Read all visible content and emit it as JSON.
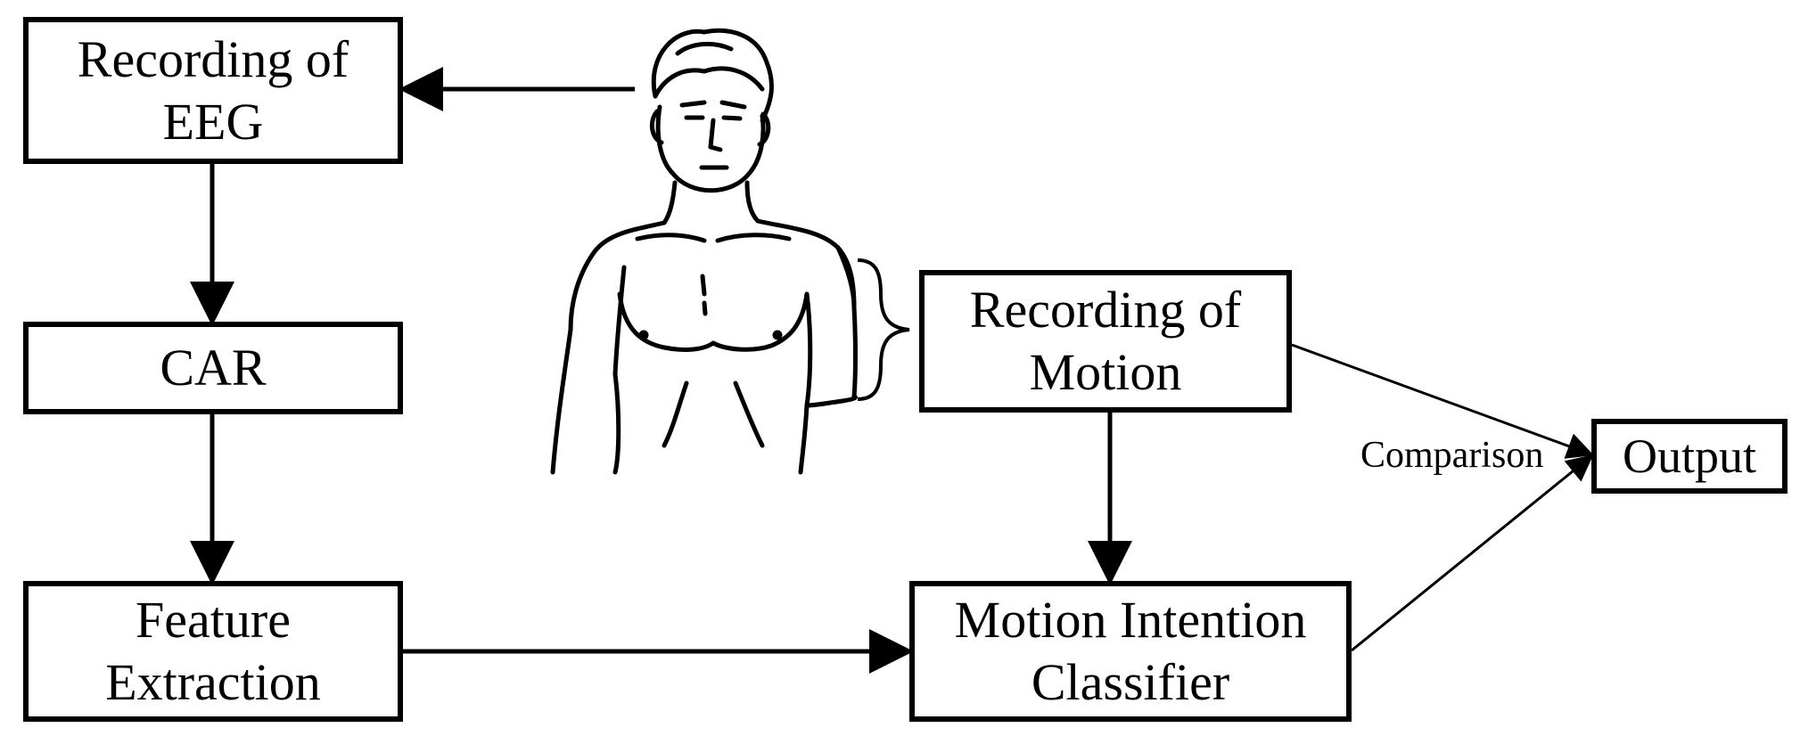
{
  "diagram": {
    "nodes": {
      "eeg": {
        "lines": [
          "Recording of",
          "EEG"
        ]
      },
      "car": {
        "lines": [
          "CAR"
        ]
      },
      "feature": {
        "lines": [
          "Feature",
          "Extraction"
        ]
      },
      "motion": {
        "lines": [
          "Recording of",
          "Motion"
        ]
      },
      "classifier": {
        "lines": [
          "Motion Intention",
          "Classifier"
        ]
      },
      "output": {
        "lines": [
          "Output"
        ]
      }
    },
    "edge_label": "Comparison"
  },
  "edges": [
    {
      "from": "human",
      "to": "eeg"
    },
    {
      "from": "eeg",
      "to": "car"
    },
    {
      "from": "car",
      "to": "feature"
    },
    {
      "from": "feature",
      "to": "classifier"
    },
    {
      "from": "human-arm",
      "to": "motion"
    },
    {
      "from": "motion",
      "to": "classifier"
    },
    {
      "from": "motion",
      "to": "output"
    },
    {
      "from": "classifier",
      "to": "output"
    }
  ]
}
